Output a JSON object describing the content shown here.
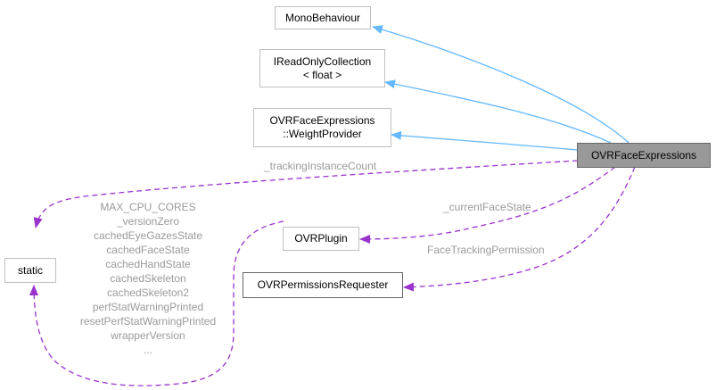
{
  "nodes": {
    "mono_behaviour": "MonoBehaviour",
    "readonly_collection": [
      "IReadOnlyCollection",
      "< float >"
    ],
    "weight_provider": [
      "OVRFaceExpressions",
      "::WeightProvider"
    ],
    "face_expressions": "OVRFaceExpressions",
    "static": "static",
    "ovr_plugin": "OVRPlugin",
    "permissions_requester": "OVRPermissionsRequester"
  },
  "edge_labels": {
    "tracking_instance_count": "_trackingInstanceCount",
    "current_face_state": "_currentFaceState",
    "face_tracking_permission": "FaceTrackingPermission",
    "plugin_static_members": [
      "MAX_CPU_CORES",
      "_versionZero",
      "cachedEyeGazesState",
      "cachedFaceState",
      "cachedHandState",
      "cachedSkeleton",
      "cachedSkeleton2",
      "perfStatWarningPrinted",
      "resetPerfStatWarningPrinted",
      "wrapperVersion",
      "..."
    ]
  },
  "colors": {
    "inheritance_edge": "#63b8ff",
    "usage_edge": "#9a32cd",
    "label_text": "#9a9a9a",
    "selected_node_fill": "#999999"
  }
}
